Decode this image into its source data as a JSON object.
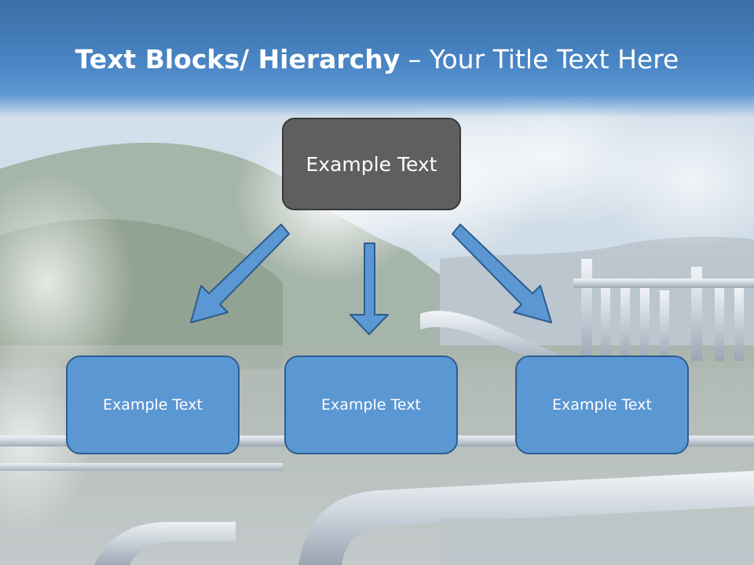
{
  "slide": {
    "title_bold": "Text Blocks/ Hierarchy",
    "title_rest": " – Your Title Text Here"
  },
  "diagram": {
    "top": {
      "label": "Example Text"
    },
    "children": [
      {
        "label": "Example Text"
      },
      {
        "label": "Example Text"
      },
      {
        "label": "Example Text"
      }
    ]
  },
  "colors": {
    "title_band": "#4a86c6",
    "top_box": "#5f5f5f",
    "child_box": "#5b97d3",
    "child_border": "#2d5d8e",
    "arrow_fill": "#5b97d3",
    "arrow_stroke": "#2d5d8e"
  }
}
